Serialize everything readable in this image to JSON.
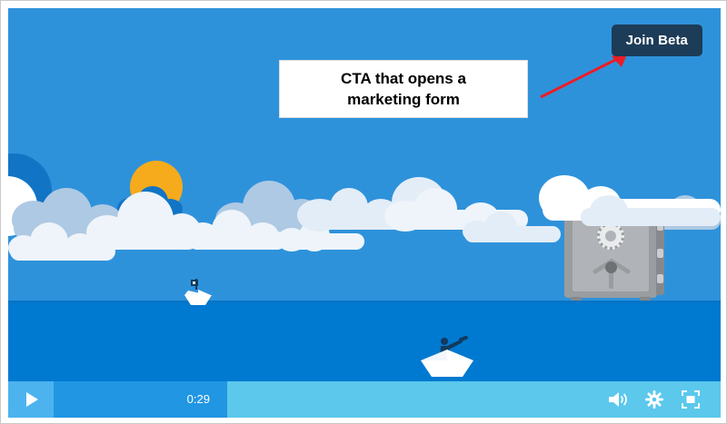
{
  "player": {
    "scene_name": "paper-boat-ocean-animation",
    "colors": {
      "sky": "#2e92db",
      "sea": "#0079d0",
      "sun": "#f6ab1c",
      "cloud_light": "#eef4fa",
      "cloud_blue": "#aec9e3",
      "cloud_dark": "#1274c4",
      "safe_body": "#9a9da0",
      "safe_door": "#b0b4b8",
      "cta_background": "#1d3c57",
      "cta_text": "#ffffff",
      "annotation_background": "#ffffff",
      "annotation_text": "#000000",
      "arrow": "#ee1c25",
      "control_bar": "#5bc8ec",
      "progress_fill": "#2196e3",
      "play_button_background": "#4cb3ef"
    }
  },
  "cta": {
    "label": "Join Beta",
    "name": "join-beta-button"
  },
  "annotation": {
    "line1": "CTA that opens a",
    "line2": "marketing form",
    "arrow_name": "annotation-arrow-red"
  },
  "controls": {
    "play_label": "Play",
    "time_elapsed": "0:29",
    "progress_percent": 31,
    "icons": [
      {
        "name": "volume-icon",
        "label": "Volume"
      },
      {
        "name": "gear-icon",
        "label": "Settings"
      },
      {
        "name": "fullscreen-icon",
        "label": "Fullscreen"
      }
    ]
  },
  "scene_objects": [
    {
      "name": "sun",
      "label": "Sun"
    },
    {
      "name": "safe",
      "label": "Safe / vault"
    },
    {
      "name": "paper-boat-small",
      "label": "Small paper boat with flag"
    },
    {
      "name": "paper-boat-large",
      "label": "Paper boat with lookout holding telescope"
    }
  ]
}
